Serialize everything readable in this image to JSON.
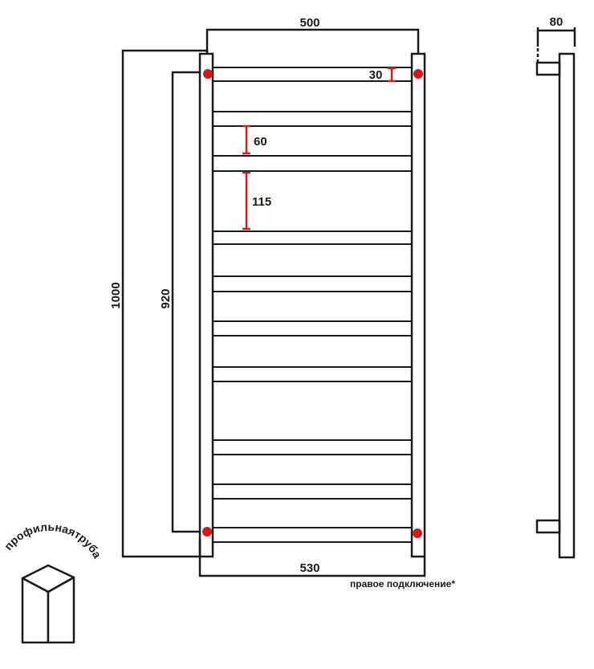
{
  "diagram": {
    "dimensions": {
      "top_width": "500",
      "bottom_width": "530",
      "total_height": "1000",
      "connection_height": "920",
      "rail_gap": "30",
      "bar_spacing": "60",
      "section_gap": "115",
      "depth": "80"
    },
    "notes": {
      "connection": "правое подключение*",
      "profile_label": "профильнаятруба"
    },
    "colors": {
      "line": "#1a1a1a",
      "accent": "#cc1f1f",
      "connection_dot": "#d21818"
    }
  }
}
